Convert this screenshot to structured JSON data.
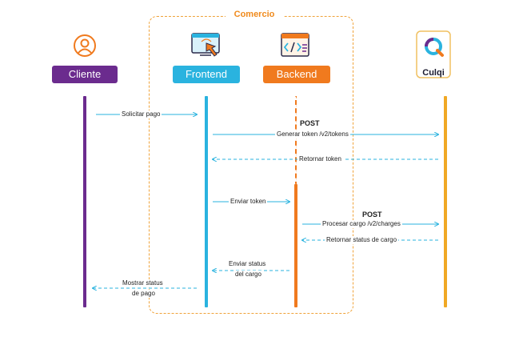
{
  "group": {
    "title": "Comercio"
  },
  "actors": {
    "cliente": {
      "label": "Cliente",
      "color": "#6b2b8e"
    },
    "frontend": {
      "label": "Frontend",
      "color": "#2ab3df"
    },
    "backend": {
      "label": "Backend",
      "color": "#f07a1e"
    },
    "culqi": {
      "label": "Culqi",
      "color": "#f0a824"
    }
  },
  "messages": {
    "solicitar_pago": "Solicitar pago",
    "post_tokens_method": "POST",
    "generar_token": "Generar token /v2/tokens",
    "retornar_token": "Retornar token",
    "enviar_token": "Enviar token",
    "post_charges_method": "POST",
    "procesar_cargo": "Procesar cargo /v2/charges",
    "retornar_status": "Retornar status de cargo",
    "enviar_status_l1": "Enviar status",
    "enviar_status_l2": "del cargo",
    "mostrar_status_l1": "Mostrar status",
    "mostrar_status_l2": "de pago"
  }
}
